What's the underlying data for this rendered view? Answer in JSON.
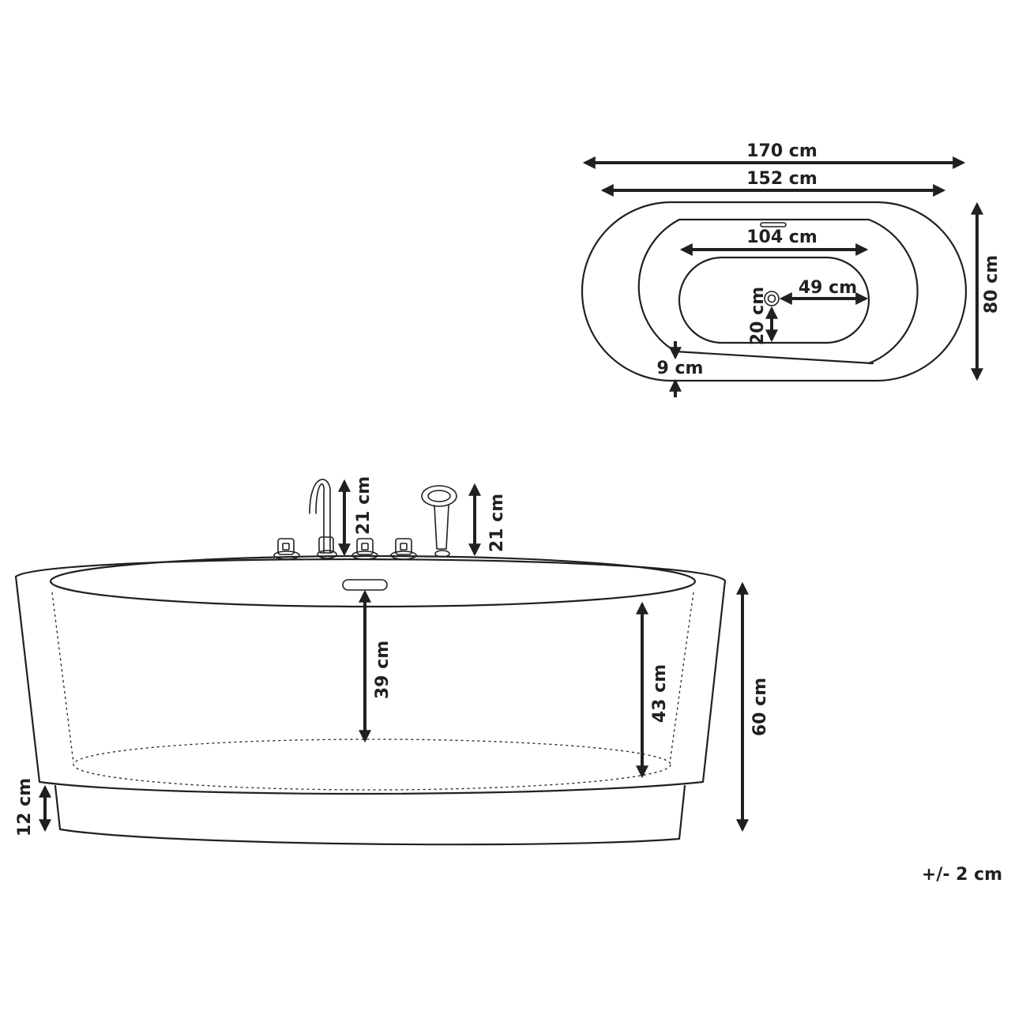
{
  "top_view": {
    "overall_length": "170 cm",
    "inner_length": "152 cm",
    "basin_length": "104 cm",
    "drain_to_end": "49 cm",
    "drain_offset": "20 cm",
    "rim_width": "9 cm",
    "overall_width": "80 cm"
  },
  "side_view": {
    "faucet_height": "21 cm",
    "shower_height": "21 cm",
    "inner_depth": "39 cm",
    "outer_depth": "43 cm",
    "total_height": "60 cm",
    "plinth_height": "12 cm"
  },
  "tolerance": "+/- 2 cm"
}
